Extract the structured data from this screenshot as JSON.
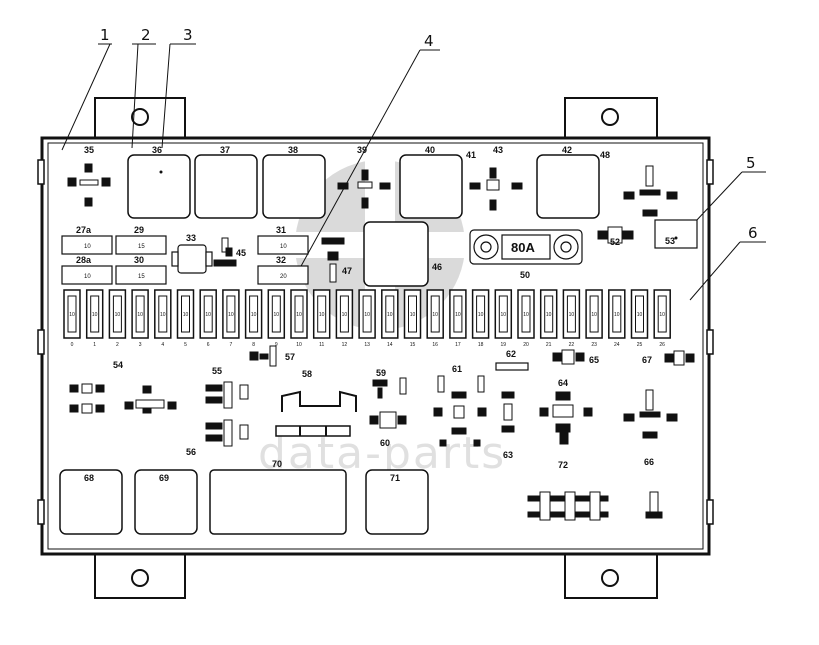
{
  "callouts": [
    "1",
    "2",
    "3",
    "4",
    "5",
    "6"
  ],
  "top_relays": [
    {
      "id": "r36",
      "label": "36"
    },
    {
      "id": "r37",
      "label": "37"
    },
    {
      "id": "r38",
      "label": "38"
    },
    {
      "id": "r40",
      "label": "40"
    },
    {
      "id": "r42",
      "label": "42"
    }
  ],
  "top_small_labels": [
    {
      "id": "l35",
      "label": "35"
    },
    {
      "id": "l39",
      "label": "39"
    },
    {
      "id": "l41",
      "label": "41"
    },
    {
      "id": "l43",
      "label": "43"
    },
    {
      "id": "l48",
      "label": "48"
    }
  ],
  "mini_fuses": [
    {
      "id": "f27a",
      "label": "27a",
      "value": "10"
    },
    {
      "id": "f29",
      "label": "29",
      "value": "15"
    },
    {
      "id": "f28a",
      "label": "28a",
      "value": "10"
    },
    {
      "id": "f30",
      "label": "30",
      "value": "15"
    },
    {
      "id": "f31",
      "label": "31",
      "value": "10"
    },
    {
      "id": "f32",
      "label": "32",
      "value": "20"
    }
  ],
  "middle_labels": [
    {
      "id": "l33",
      "label": "33"
    },
    {
      "id": "l45",
      "label": "45"
    },
    {
      "id": "l47",
      "label": "47"
    },
    {
      "id": "l46",
      "label": "46"
    },
    {
      "id": "l50",
      "label": "50"
    },
    {
      "id": "l52",
      "label": "52"
    },
    {
      "id": "l53",
      "label": "53"
    }
  ],
  "megafuse": {
    "rating": "80A"
  },
  "fuse_row": {
    "count": 27,
    "numbers": [
      "0",
      "1",
      "2",
      "3",
      "4",
      "5",
      "6",
      "7",
      "8",
      "9",
      "10",
      "11",
      "12",
      "13",
      "14",
      "15",
      "16",
      "17",
      "18",
      "19",
      "20",
      "21",
      "22",
      "23",
      "24",
      "25",
      "26"
    ],
    "ratings": [
      "10",
      "10",
      "10",
      "10",
      "10",
      "10",
      "10",
      "10",
      "10",
      "10",
      "10",
      "10",
      "10",
      "10",
      "10",
      "10",
      "10",
      "10",
      "10",
      "10",
      "10",
      "10",
      "10",
      "10",
      "10",
      "10",
      "10"
    ]
  },
  "lower_labels": [
    {
      "id": "l54",
      "label": "54"
    },
    {
      "id": "l55",
      "label": "55"
    },
    {
      "id": "l56",
      "label": "56"
    },
    {
      "id": "l57",
      "label": "57"
    },
    {
      "id": "l58",
      "label": "58"
    },
    {
      "id": "l59",
      "label": "59"
    },
    {
      "id": "l60",
      "label": "60"
    },
    {
      "id": "l61",
      "label": "61"
    },
    {
      "id": "l62",
      "label": "62"
    },
    {
      "id": "l63",
      "label": "63"
    },
    {
      "id": "l64",
      "label": "64"
    },
    {
      "id": "l65",
      "label": "65"
    },
    {
      "id": "l66",
      "label": "66"
    },
    {
      "id": "l67",
      "label": "67"
    },
    {
      "id": "l72",
      "label": "72"
    }
  ],
  "bottom_relays": [
    {
      "id": "r68",
      "label": "68"
    },
    {
      "id": "r69",
      "label": "69"
    },
    {
      "id": "r70",
      "label": "70"
    },
    {
      "id": "r71",
      "label": "71"
    }
  ],
  "watermark": {
    "text": "data-parts"
  }
}
